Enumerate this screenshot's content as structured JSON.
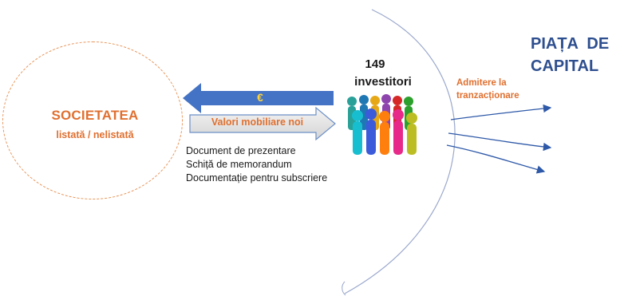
{
  "company": {
    "name": "SOCIETATEA",
    "subtitle": "listată / nelistată"
  },
  "money_arrow": {
    "label": "€",
    "color": "#4472c4"
  },
  "securities_arrow": {
    "label": "Valori mobiliare noi"
  },
  "investors": {
    "count": "149",
    "label": "investitori",
    "image": "crowd-of-people-icon"
  },
  "documents": [
    "Document de prezentare",
    "Schiță de memorandum",
    "Documentație pentru subscriere"
  ],
  "admission": {
    "line1": "Admitere la",
    "line2": "tranzacționare"
  },
  "market": {
    "line1": "PIAȚA  DE",
    "line2": "CAPITAL"
  },
  "colors": {
    "orange": "#e07030",
    "navy": "#2e4f8f",
    "blue": "#4472c4"
  }
}
